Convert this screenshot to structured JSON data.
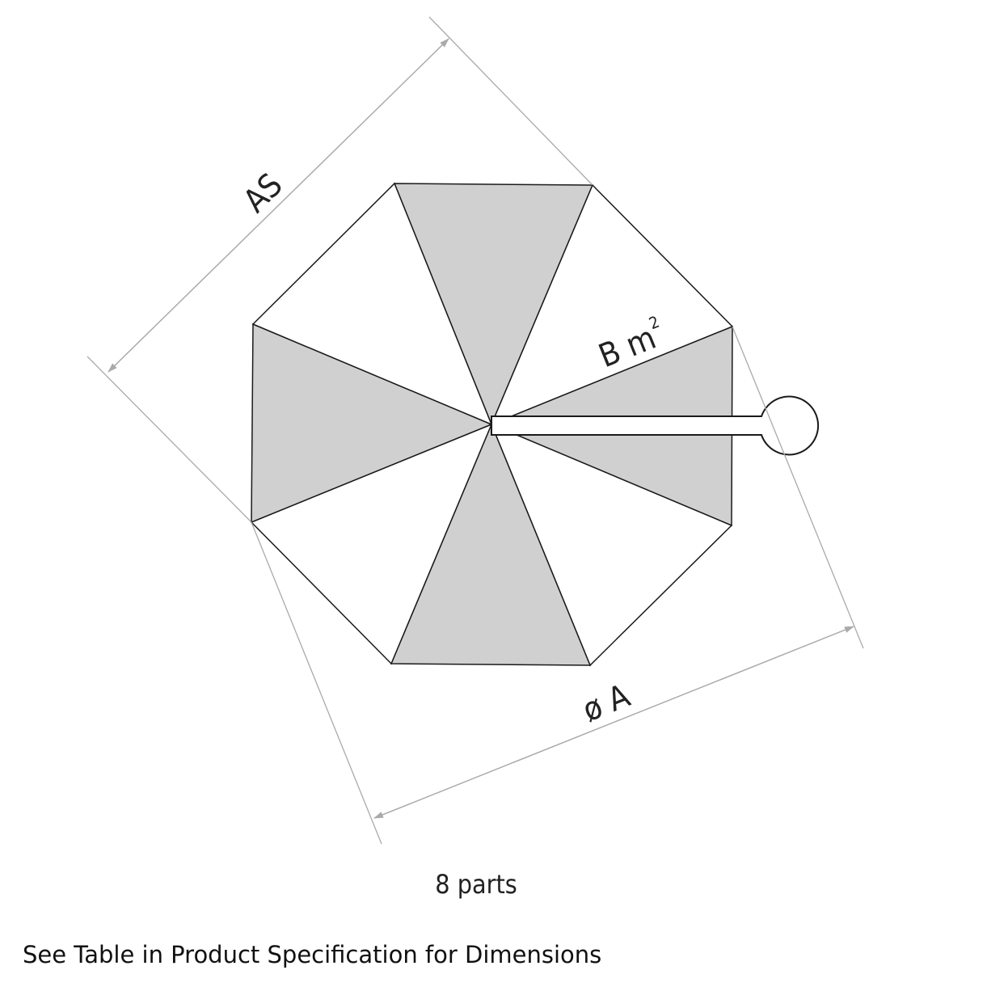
{
  "diagram": {
    "title": "Octagonal umbrella canopy",
    "dimension_as_label": "AS",
    "dimension_diameter_label": "ø A",
    "area_label": "B m",
    "area_superscript": "2",
    "parts_label": "8 parts",
    "panel_count": 8,
    "colors": {
      "shaded": "#d0d0d0",
      "outline": "#1a1a1a",
      "dimension": "#aaaaaa"
    }
  },
  "footer": {
    "note": "See Table in Product Specification for Dimensions"
  }
}
